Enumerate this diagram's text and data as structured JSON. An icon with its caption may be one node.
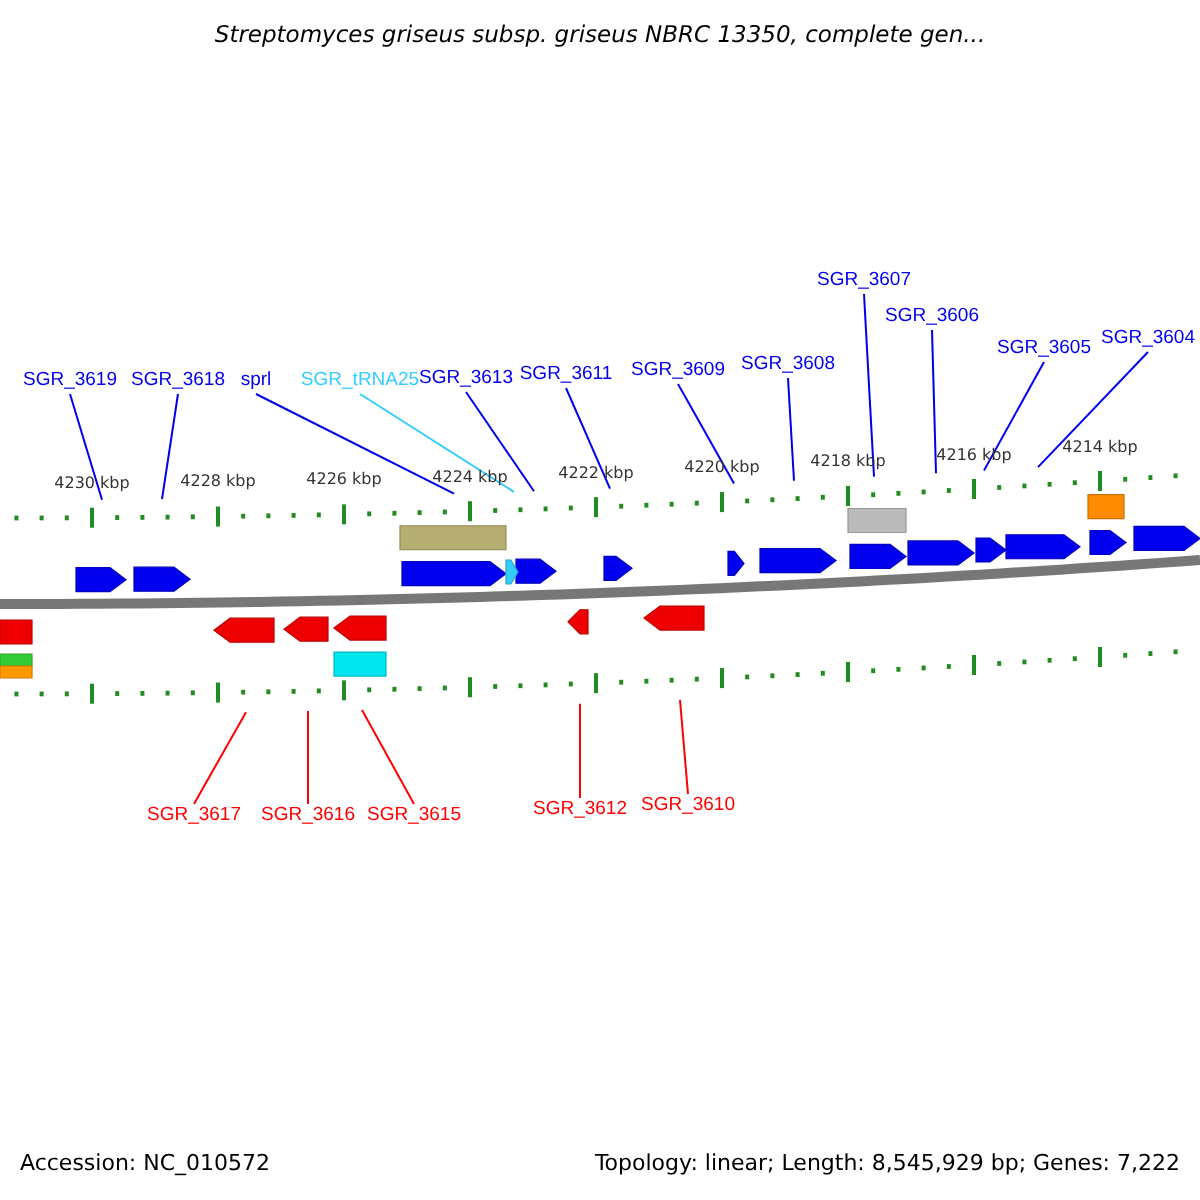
{
  "diagram": {
    "title": "Streptomyces griseus subsp. griseus NBRC 13350, complete gen...",
    "nodes": [
      {
        "text": [
          "SGR_3619"
        ]
      },
      {
        "text": [
          "SGR_3618"
        ]
      },
      {
        "text": [
          "sprl"
        ]
      },
      {
        "text": [
          "SGR_tRNA25"
        ]
      },
      {
        "text": [
          "SGR_3613"
        ]
      },
      {
        "text": [
          "SGR_3611"
        ]
      },
      {
        "text": [
          "SGR_3609"
        ]
      },
      {
        "text": [
          "SGR_3608"
        ]
      },
      {
        "text": [
          "SGR_3607"
        ]
      },
      {
        "text": [
          "SGR_3606"
        ]
      },
      {
        "text": [
          "SGR_3605"
        ]
      },
      {
        "text": [
          "SGR_3604"
        ]
      },
      {
        "text": [
          "SGR_3617"
        ]
      },
      {
        "text": [
          "SGR_3616"
        ]
      },
      {
        "text": [
          "SGR_3615"
        ]
      },
      {
        "text": [
          "SGR_3612"
        ]
      },
      {
        "text": [
          "SGR_3610"
        ]
      },
      {
        "text": [],
        "shape": "bar"
      },
      {
        "text": [],
        "shape": "bar"
      }
    ],
    "edges": [
      {
        "from": 0,
        "to": 17,
        "arrow": "none"
      },
      {
        "from": 1,
        "to": 17,
        "arrow": "none"
      },
      {
        "from": 2,
        "to": 17,
        "arrow": "none"
      },
      {
        "from": 3,
        "to": 17,
        "arrow": "none",
        "color": "#33ccff"
      },
      {
        "from": 4,
        "to": 17,
        "arrow": "none"
      },
      {
        "from": 5,
        "to": 17,
        "arrow": "none"
      },
      {
        "from": 6,
        "to": 17,
        "arrow": "none"
      },
      {
        "from": 7,
        "to": 17,
        "arrow": "none"
      },
      {
        "from": 8,
        "to": 17,
        "arrow": "none"
      },
      {
        "from": 9,
        "to": 17,
        "arrow": "none"
      },
      {
        "from": 10,
        "to": 17,
        "arrow": "none"
      },
      {
        "from": 11,
        "to": 17,
        "arrow": "none"
      },
      {
        "from": 12,
        "to": 18,
        "arrow": "none",
        "color": "#ff0000"
      },
      {
        "from": 13,
        "to": 18,
        "arrow": "none",
        "color": "#ff0000"
      },
      {
        "from": 14,
        "to": 18,
        "arrow": "none",
        "color": "#ff0000"
      },
      {
        "from": 15,
        "to": 18,
        "arrow": "none",
        "color": "#ff0000"
      },
      {
        "from": 16,
        "to": 18,
        "arrow": "none",
        "color": "#ff0000"
      }
    ],
    "labels": [
      "4230 kbp",
      "4228 kbp",
      "4226 kbp",
      "4224 kbp",
      "4222 kbp",
      "4220 kbp",
      "4218 kbp",
      "4216 kbp",
      "4214 kbp",
      "Accession: NC_010572",
      "Topology: linear; Length: 8,545,929 bp; Genes: 7,222"
    ]
  }
}
